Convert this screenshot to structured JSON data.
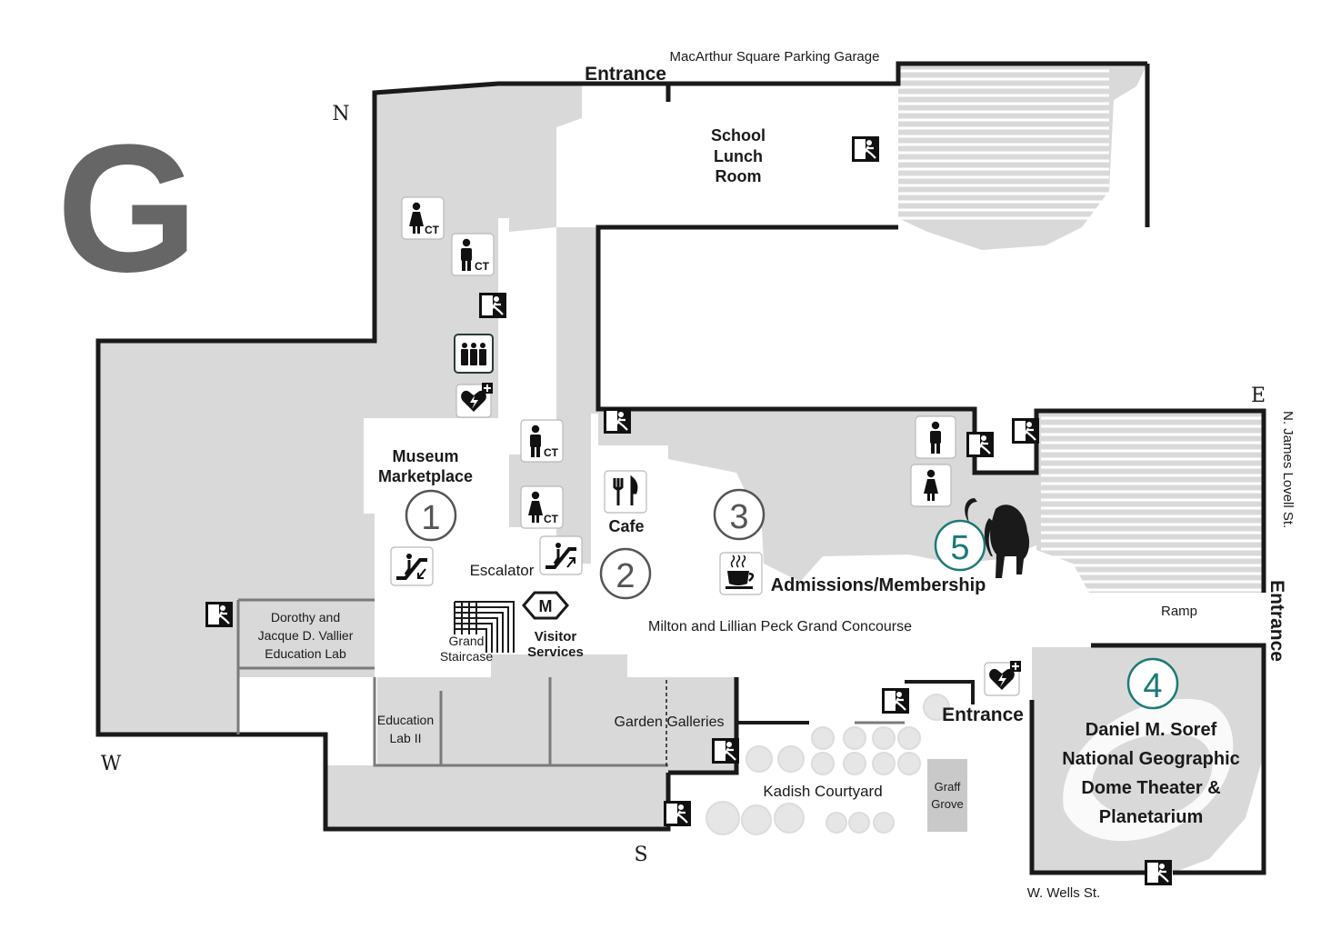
{
  "level_letter": "G",
  "compass": {
    "north": "N",
    "south": "S",
    "east": "E",
    "west": "W"
  },
  "streets": {
    "parking": "MacArthur Square Parking Garage",
    "east_street": "N. James Lovell St.",
    "south_street": "W. Wells St."
  },
  "entrances": {
    "north": "Entrance",
    "east": "Entrance",
    "south": "Entrance"
  },
  "rooms": {
    "school_lunch_line1": "School",
    "school_lunch_line2": "Lunch",
    "school_lunch_line3": "Room",
    "marketplace_line1": "Museum",
    "marketplace_line2": "Marketplace",
    "cafe": "Cafe",
    "escalator": "Escalator",
    "admissions": "Admissions/Membership",
    "concourse": "Milton and Lillian Peck Grand Concourse",
    "ramp": "Ramp",
    "vallier_line1": "Dorothy and",
    "vallier_line2": "Jacque D. Vallier",
    "vallier_line3": "Education Lab",
    "edlab2_line1": "Education",
    "edlab2_line2": "Lab II",
    "staircase_line1": "Grand",
    "staircase_line2": "Staircase",
    "visitor_line1": "Visitor",
    "visitor_line2": "Services",
    "garden": "Garden Galleries",
    "courtyard": "Kadish Courtyard",
    "graff_line1": "Graff",
    "graff_line2": "Grove",
    "dome_line1": "Daniel M. Soref",
    "dome_line2": "National Geographic",
    "dome_line3": "Dome Theater &",
    "dome_line4": "Planetarium"
  },
  "markers": [
    "1",
    "2",
    "3",
    "4",
    "5"
  ],
  "icon_labels": {
    "companion_toilet": "CT",
    "metro": "M"
  },
  "colors": {
    "floor": "#d9d9d9",
    "wall": "#1a1a1a",
    "level_letter": "#666666",
    "marker_gray": "#555555",
    "marker_teal": "#1b7a78"
  }
}
